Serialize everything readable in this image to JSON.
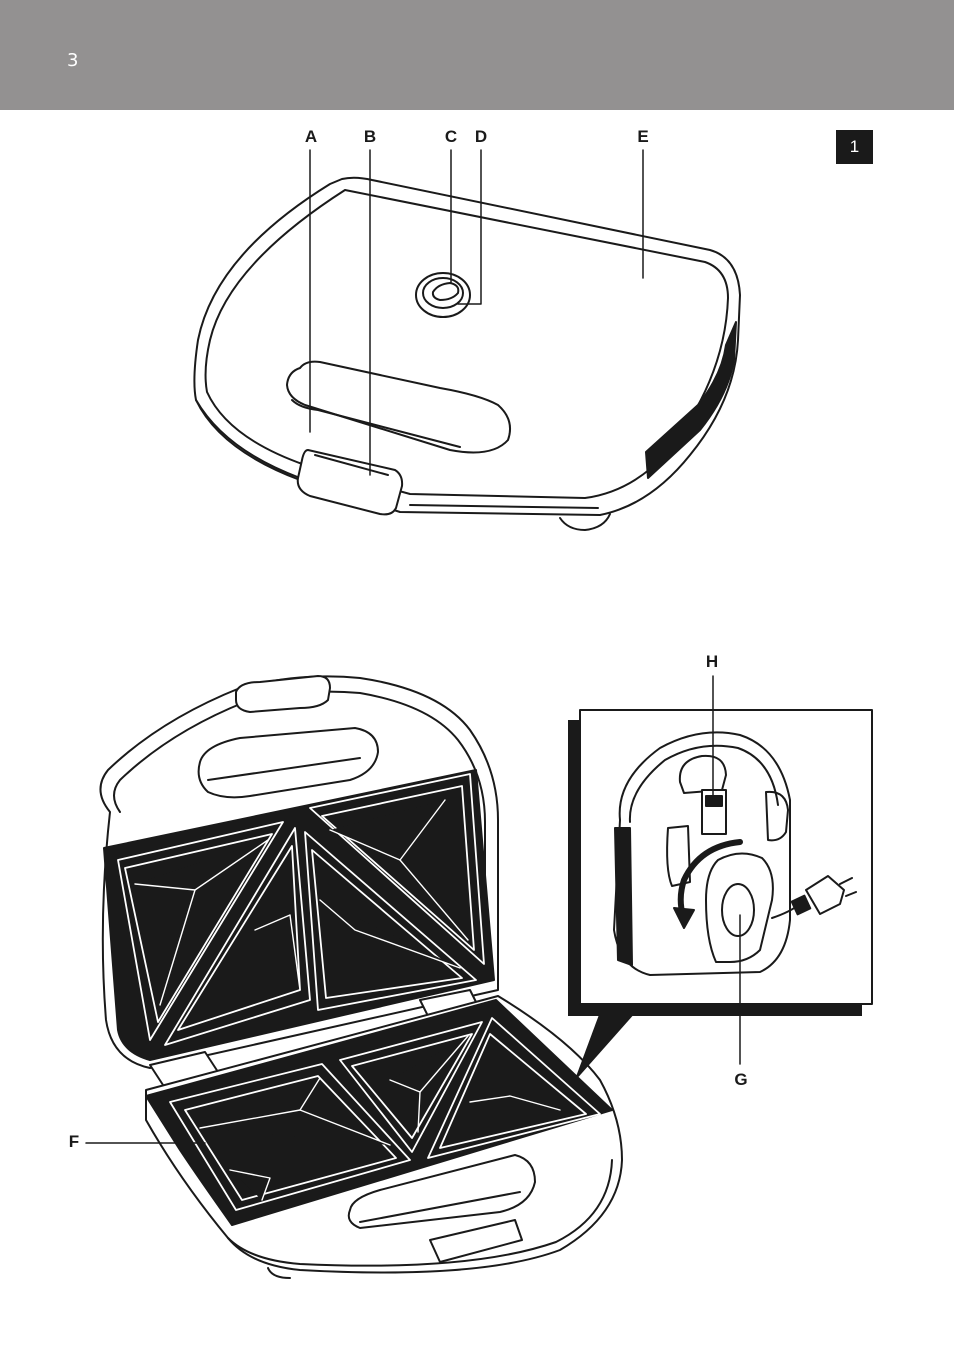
{
  "header": {
    "page_number": "3",
    "background_color": "#939191"
  },
  "figure": {
    "number": "1"
  },
  "callouts": {
    "A": "A",
    "B": "B",
    "C": "C",
    "D": "D",
    "E": "E",
    "F": "F",
    "G": "G",
    "H": "H"
  },
  "colors": {
    "line": "#1a1a1a",
    "plate": "#1a1a1a",
    "body": "#ffffff"
  }
}
